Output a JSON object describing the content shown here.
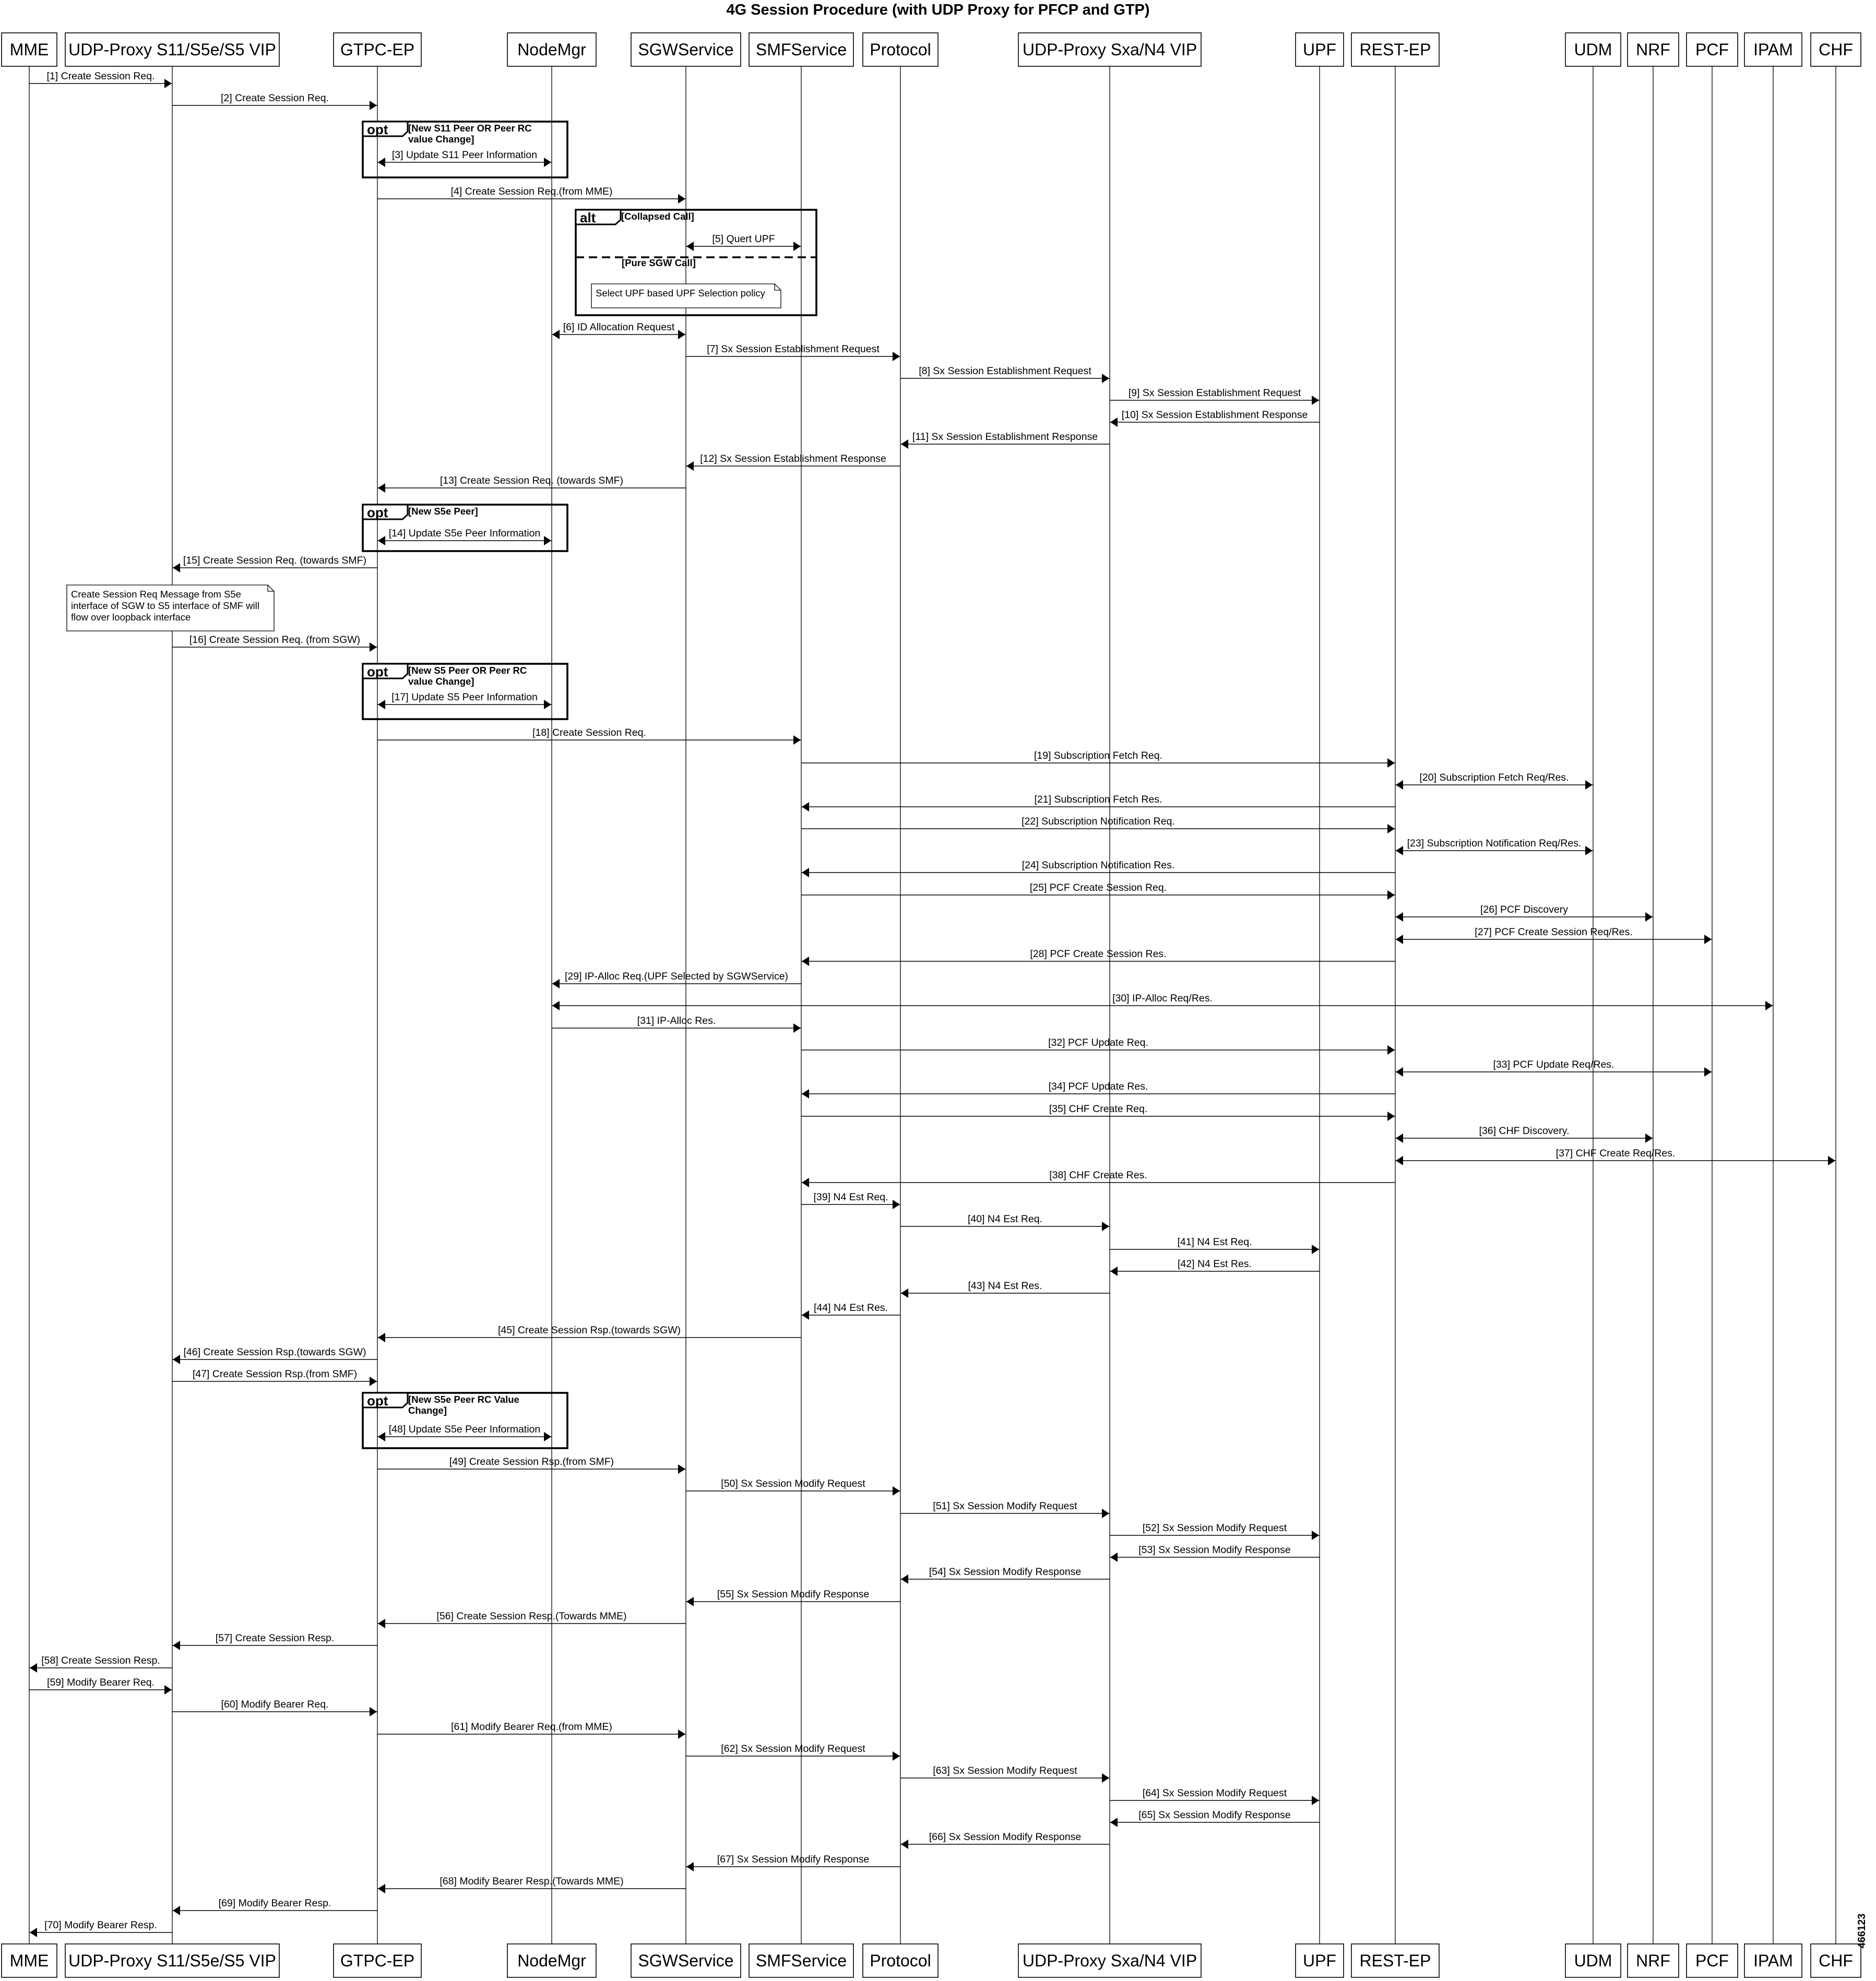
{
  "title": "4G Session Procedure (with UDP Proxy for PFCP and GTP)",
  "figure_id": "466123",
  "participants": [
    {
      "id": "MME",
      "label": "MME"
    },
    {
      "id": "UDPS11",
      "label": "UDP-Proxy S11/S5e/S5 VIP"
    },
    {
      "id": "GTPC",
      "label": "GTPC-EP"
    },
    {
      "id": "NODEMGR",
      "label": "NodeMgr"
    },
    {
      "id": "SGW",
      "label": "SGWService"
    },
    {
      "id": "SMF",
      "label": "SMFService"
    },
    {
      "id": "PROTO",
      "label": "Protocol"
    },
    {
      "id": "UDPSXA",
      "label": "UDP-Proxy Sxa/N4 VIP"
    },
    {
      "id": "UPF",
      "label": "UPF"
    },
    {
      "id": "REST",
      "label": "REST-EP"
    },
    {
      "id": "UDM",
      "label": "UDM"
    },
    {
      "id": "NRF",
      "label": "NRF"
    },
    {
      "id": "PCF",
      "label": "PCF"
    },
    {
      "id": "IPAM",
      "label": "IPAM"
    },
    {
      "id": "CHF",
      "label": "CHF"
    }
  ],
  "messages": [
    {
      "from": "MME",
      "to": "UDPS11",
      "text": "[1] Create Session Req."
    },
    {
      "from": "UDPS11",
      "to": "GTPC",
      "text": "[2] Create Session Req."
    },
    {
      "from": "GTPC",
      "to": "NODEMGR",
      "text": "[3] Update S11 Peer Information",
      "both": true
    },
    {
      "from": "GTPC",
      "to": "SGW",
      "text": "[4] Create Session Req.(from MME)"
    },
    {
      "from": "SGW",
      "to": "SMF",
      "text": "[5] Quert UPF",
      "both": true
    },
    {
      "from": "NODEMGR",
      "to": "SGW",
      "text": "[6] ID Allocation Request",
      "both": true
    },
    {
      "from": "SGW",
      "to": "PROTO",
      "text": "[7] Sx Session Establishment Request"
    },
    {
      "from": "PROTO",
      "to": "UDPSXA",
      "text": "[8] Sx Session Establishment Request"
    },
    {
      "from": "UDPSXA",
      "to": "UPF",
      "text": "[9] Sx Session Establishment Request"
    },
    {
      "from": "UPF",
      "to": "UDPSXA",
      "text": "[10] Sx Session Establishment Response"
    },
    {
      "from": "UDPSXA",
      "to": "PROTO",
      "text": "[11] Sx Session Establishment Response"
    },
    {
      "from": "PROTO",
      "to": "SGW",
      "text": "[12] Sx Session Establishment Response"
    },
    {
      "from": "SGW",
      "to": "GTPC",
      "text": "[13] Create Session Req. (towards SMF)"
    },
    {
      "from": "GTPC",
      "to": "NODEMGR",
      "text": "[14] Update S5e Peer Information",
      "both": true
    },
    {
      "from": "GTPC",
      "to": "UDPS11",
      "text": "[15] Create Session Req. (towards SMF)"
    },
    {
      "from": "UDPS11",
      "to": "GTPC",
      "text": "[16] Create Session Req. (from SGW)"
    },
    {
      "from": "GTPC",
      "to": "NODEMGR",
      "text": "[17] Update S5 Peer Information",
      "both": true
    },
    {
      "from": "GTPC",
      "to": "SMF",
      "text": "[18] Create Session Req."
    },
    {
      "from": "SMF",
      "to": "REST",
      "text": "[19] Subscription Fetch Req."
    },
    {
      "from": "REST",
      "to": "UDM",
      "text": "[20] Subscription Fetch Req/Res.",
      "both": true
    },
    {
      "from": "REST",
      "to": "SMF",
      "text": "[21] Subscription Fetch Res."
    },
    {
      "from": "SMF",
      "to": "REST",
      "text": "[22] Subscription Notification Req."
    },
    {
      "from": "REST",
      "to": "UDM",
      "text": "[23] Subscription Notification Req/Res.",
      "both": true
    },
    {
      "from": "REST",
      "to": "SMF",
      "text": "[24] Subscription Notification Res."
    },
    {
      "from": "SMF",
      "to": "REST",
      "text": "[25] PCF Create Session Req."
    },
    {
      "from": "REST",
      "to": "NRF",
      "text": "[26] PCF Discovery",
      "both": true
    },
    {
      "from": "REST",
      "to": "PCF",
      "text": "[27] PCF Create Session Req/Res.",
      "both": true
    },
    {
      "from": "REST",
      "to": "SMF",
      "text": "[28] PCF Create Session Res."
    },
    {
      "from": "SMF",
      "to": "NODEMGR",
      "text": "[29] IP-Alloc Req.(UPF Selected by SGWService)"
    },
    {
      "from": "NODEMGR",
      "to": "IPAM",
      "text": "[30] IP-Alloc Req/Res.",
      "both": true
    },
    {
      "from": "NODEMGR",
      "to": "SMF",
      "text": "[31] IP-Alloc Res."
    },
    {
      "from": "SMF",
      "to": "REST",
      "text": "[32] PCF Update Req."
    },
    {
      "from": "REST",
      "to": "PCF",
      "text": "[33] PCF Update Req/Res.",
      "both": true
    },
    {
      "from": "REST",
      "to": "SMF",
      "text": "[34] PCF Update Res."
    },
    {
      "from": "SMF",
      "to": "REST",
      "text": "[35] CHF Create Req."
    },
    {
      "from": "REST",
      "to": "NRF",
      "text": "[36] CHF Discovery.",
      "both": true
    },
    {
      "from": "REST",
      "to": "CHF",
      "text": "[37] CHF Create Req/Res.",
      "both": true
    },
    {
      "from": "REST",
      "to": "SMF",
      "text": "[38] CHF Create Res."
    },
    {
      "from": "SMF",
      "to": "PROTO",
      "text": "[39] N4 Est Req."
    },
    {
      "from": "PROTO",
      "to": "UDPSXA",
      "text": "[40] N4 Est Req."
    },
    {
      "from": "UDPSXA",
      "to": "UPF",
      "text": "[41] N4 Est Req."
    },
    {
      "from": "UPF",
      "to": "UDPSXA",
      "text": "[42] N4 Est Res."
    },
    {
      "from": "UDPSXA",
      "to": "PROTO",
      "text": "[43] N4 Est Res."
    },
    {
      "from": "PROTO",
      "to": "SMF",
      "text": "[44] N4 Est Res."
    },
    {
      "from": "SMF",
      "to": "GTPC",
      "text": "[45] Create Session Rsp.(towards SGW)"
    },
    {
      "from": "GTPC",
      "to": "UDPS11",
      "text": "[46] Create Session Rsp.(towards SGW)"
    },
    {
      "from": "UDPS11",
      "to": "GTPC",
      "text": "[47] Create Session Rsp.(from SMF)"
    },
    {
      "from": "GTPC",
      "to": "NODEMGR",
      "text": "[48] Update S5e Peer Information",
      "both": true
    },
    {
      "from": "GTPC",
      "to": "SGW",
      "text": "[49] Create Session Rsp.(from SMF)"
    },
    {
      "from": "SGW",
      "to": "PROTO",
      "text": "[50] Sx Session Modify Request"
    },
    {
      "from": "PROTO",
      "to": "UDPSXA",
      "text": "[51] Sx Session Modify Request"
    },
    {
      "from": "UDPSXA",
      "to": "UPF",
      "text": "[52] Sx Session Modify Request"
    },
    {
      "from": "UPF",
      "to": "UDPSXA",
      "text": "[53] Sx Session Modify Response"
    },
    {
      "from": "UDPSXA",
      "to": "PROTO",
      "text": "[54] Sx Session Modify Response"
    },
    {
      "from": "PROTO",
      "to": "SGW",
      "text": "[55] Sx Session Modify Response"
    },
    {
      "from": "SGW",
      "to": "GTPC",
      "text": "[56] Create Session Resp.(Towards MME)"
    },
    {
      "from": "GTPC",
      "to": "UDPS11",
      "text": "[57] Create Session Resp."
    },
    {
      "from": "UDPS11",
      "to": "MME",
      "text": "[58] Create Session Resp."
    },
    {
      "from": "MME",
      "to": "UDPS11",
      "text": "[59] Modify Bearer Req."
    },
    {
      "from": "UDPS11",
      "to": "GTPC",
      "text": "[60] Modify Bearer Req."
    },
    {
      "from": "GTPC",
      "to": "SGW",
      "text": "[61] Modify Bearer Req.(from MME)"
    },
    {
      "from": "SGW",
      "to": "PROTO",
      "text": "[62] Sx Session Modify Request"
    },
    {
      "from": "PROTO",
      "to": "UDPSXA",
      "text": "[63] Sx Session Modify Request"
    },
    {
      "from": "UDPSXA",
      "to": "UPF",
      "text": "[64] Sx Session Modify Request"
    },
    {
      "from": "UPF",
      "to": "UDPSXA",
      "text": "[65] Sx Session Modify Response"
    },
    {
      "from": "UDPSXA",
      "to": "PROTO",
      "text": "[66] Sx Session Modify Response"
    },
    {
      "from": "PROTO",
      "to": "SGW",
      "text": "[67] Sx Session Modify Response"
    },
    {
      "from": "SGW",
      "to": "GTPC",
      "text": "[68] Modify Bearer Resp.(Towards MME)"
    },
    {
      "from": "GTPC",
      "to": "UDPS11",
      "text": "[69] Modify Bearer Resp."
    },
    {
      "from": "UDPS11",
      "to": "MME",
      "text": "[70] Modify Bearer Resp."
    }
  ],
  "fragments": [
    {
      "keyword": "opt",
      "guard": [
        "[New S11 Peer OR Peer RC",
        "value Change]"
      ]
    },
    {
      "keyword": "alt",
      "guard": [
        "[Collapsed Call]"
      ],
      "else_guard": "[Pure SGW Call]"
    },
    {
      "keyword": "opt",
      "guard": [
        "[New S5e Peer]"
      ]
    },
    {
      "keyword": "opt",
      "guard": [
        "[New S5 Peer OR Peer RC",
        "value Change]"
      ]
    },
    {
      "keyword": "opt",
      "guard": [
        "[New S5e Peer RC Value",
        "Change]"
      ]
    }
  ],
  "notes": [
    {
      "lines": [
        "Select UPF based UPF Selection policy"
      ]
    },
    {
      "lines": [
        "Create Session Req Message from S5e",
        "interface of SGW to S5 interface of SMF will",
        "flow over loopback interface"
      ]
    }
  ]
}
